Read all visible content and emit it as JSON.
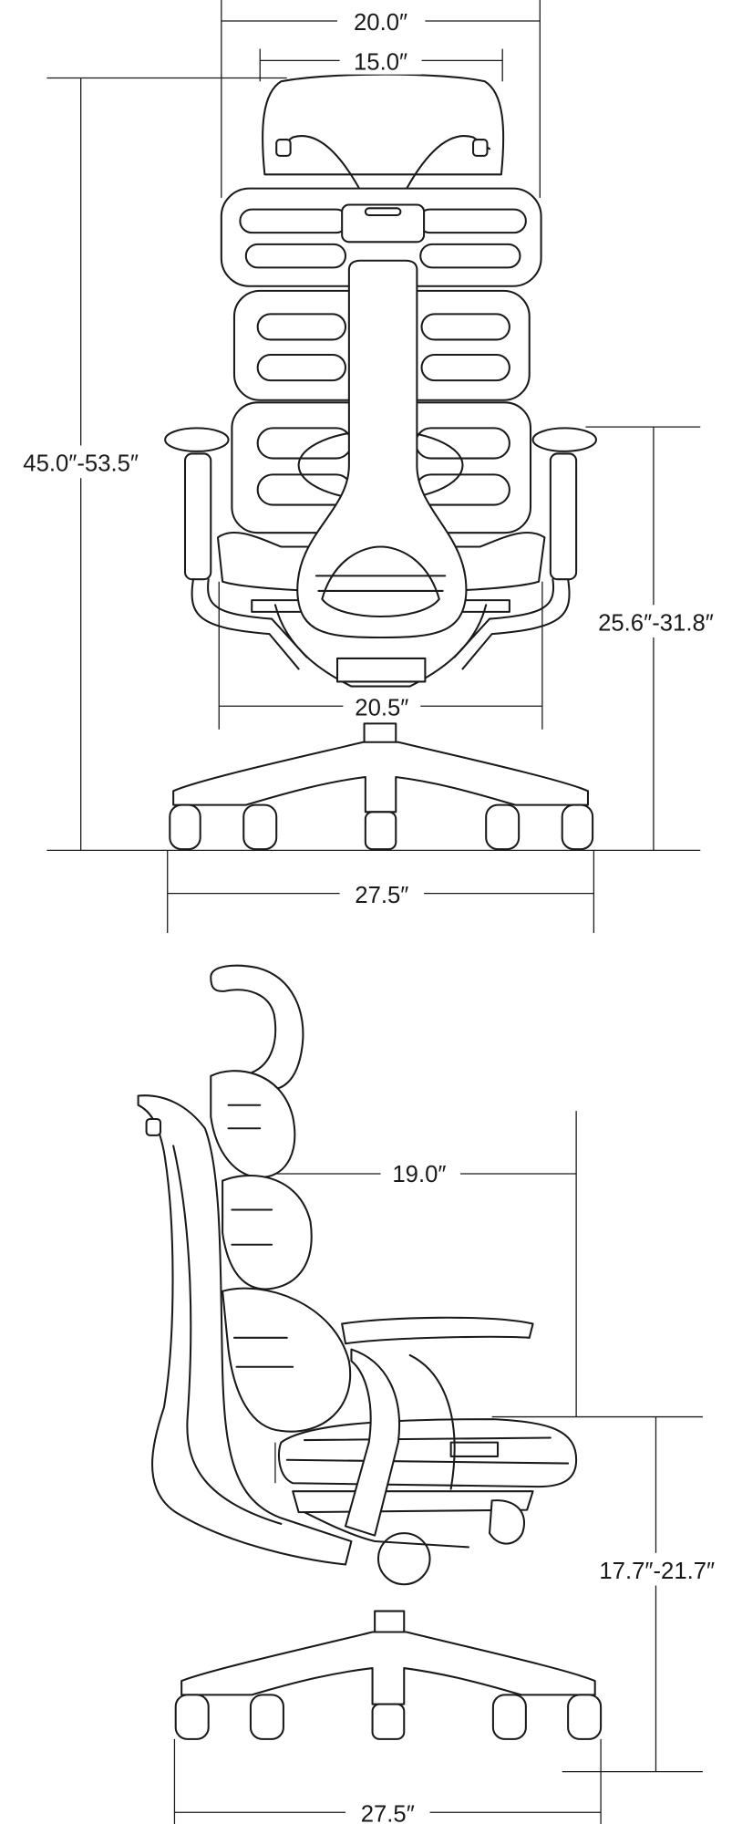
{
  "front_view": {
    "dimensions": {
      "overall_width": "20.0″",
      "headrest_width": "15.0″",
      "overall_height": "45.0″-53.5″",
      "armrest_height": "25.6″-31.8″",
      "seat_width": "20.5″",
      "base_width": "27.5″"
    }
  },
  "side_view": {
    "dimensions": {
      "seat_depth": "19.0″",
      "seat_height": "17.7″-21.7″",
      "base_width": "27.5″"
    }
  },
  "colors": {
    "line": "#1a1a1a",
    "background": "#ffffff"
  }
}
